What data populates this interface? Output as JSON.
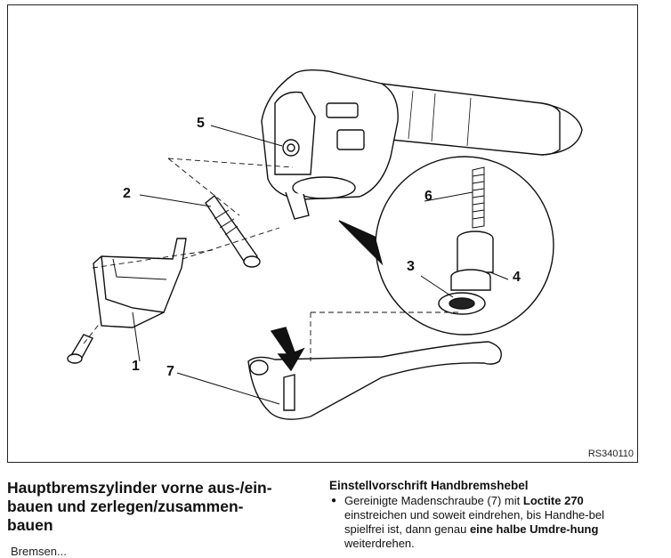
{
  "figure": {
    "reference_code": "RS340110",
    "callouts": [
      "1",
      "2",
      "3",
      "4",
      "5",
      "6",
      "7"
    ]
  },
  "section_title": "Hauptbremszylinder vorne aus-/ein-bauen und zerlegen/zusammen-bauen",
  "section_title_lines": [
    "Hauptbremszylinder vorne aus-/ein-",
    "bauen und zerlegen/zusammen-",
    "bauen"
  ],
  "instruction": {
    "heading": "Einstellvorschrift Handbremshebel",
    "bullet_parts": [
      {
        "text": "Gereinigte Madenschraube (7) mit ",
        "bold": false
      },
      {
        "text": "Loctite 270",
        "bold": true
      },
      {
        "text": " einstreichen und soweit eindrehen, bis Handhe-bel spielfrei ist, dann  genau ",
        "bold": false
      },
      {
        "text": "eine halbe Umdre-hung",
        "bold": true
      },
      {
        "text": " weiterdrehen.",
        "bold": false
      }
    ]
  },
  "cut_text": "Bremsen..."
}
